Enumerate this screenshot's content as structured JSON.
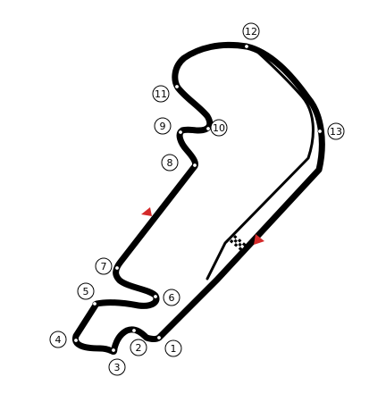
{
  "map": {
    "corners": [
      {
        "number": "1"
      },
      {
        "number": "2"
      },
      {
        "number": "3"
      },
      {
        "number": "4"
      },
      {
        "number": "5"
      },
      {
        "number": "6"
      },
      {
        "number": "7"
      },
      {
        "number": "8"
      },
      {
        "number": "9"
      },
      {
        "number": "10"
      },
      {
        "number": "11"
      },
      {
        "number": "12"
      },
      {
        "number": "13"
      }
    ],
    "colors": {
      "track": "#000000",
      "direction_arrow": "#d42a2a",
      "background": "#ffffff"
    },
    "icons": {
      "start_finish": "checkered-flag-icon",
      "direction": "direction-arrow-icon"
    }
  }
}
